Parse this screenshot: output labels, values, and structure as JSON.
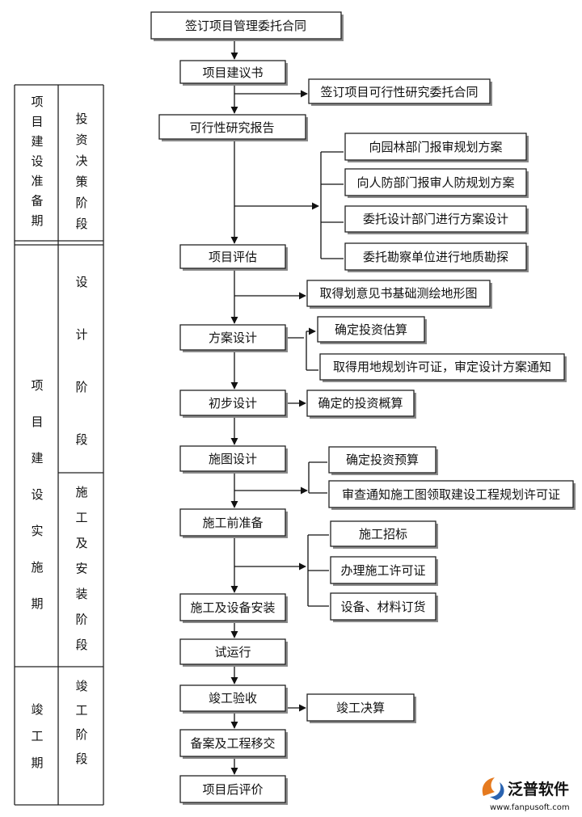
{
  "flow": {
    "sign_contract": "签订项目管理委托合同",
    "proposal": "项目建议书",
    "sign_feasibility_contract": "签订项目可行性研究委托合同",
    "feasibility_report": "可行性研究报告",
    "report_landscape": "向园林部门报审规划方案",
    "report_civil_defense": "向人防部门报审人防规划方案",
    "commission_design": "委托设计部门进行方案设计",
    "commission_survey": "委托勘察单位进行地质勘探",
    "project_evaluation": "项目评估",
    "obtain_opinion": "取得划意见书基础测绘地形图",
    "scheme_design": "方案设计",
    "confirm_estimate": "确定投资估算",
    "obtain_land_permit": "取得用地规划许可证，审定设计方案通知",
    "preliminary_design": "初步设计",
    "confirm_budget_estimate": "确定的投资概算",
    "construction_drawing": "施图设计",
    "confirm_budget": "确定投资预算",
    "review_notice": "审查通知施工图领取建设工程规划许可证",
    "pre_construction": "施工前准备",
    "bidding": "施工招标",
    "construction_permit": "办理施工许可证",
    "ordering": "设备、材料订货",
    "installation": "施工及设备安装",
    "trial_run": "试运行",
    "acceptance": "竣工验收",
    "final_settlement": "竣工决算",
    "filing_handover": "备案及工程移交",
    "post_evaluation": "项目后评价"
  },
  "phases": {
    "prep_period": "项目建设准备期",
    "decision_stage": "投资决策阶段",
    "implementation_period": "项目建设实施期",
    "design_stage": "设计阶段",
    "construction_stage": "施工及安装阶段",
    "completion_period": "竣工期",
    "completion_stage": "竣工阶段"
  },
  "logo": {
    "name": "泛普软件",
    "url": "www.fanpusoft.com",
    "icon": "fanpu-logo-icon"
  }
}
